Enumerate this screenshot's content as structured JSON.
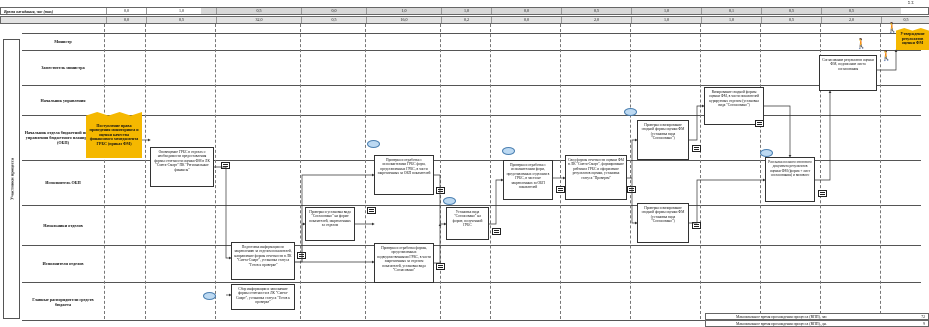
{
  "header": {
    "waiting_label": "Время ожидания, час (max)",
    "operation_label": "Время операции, час (max)",
    "waiting_values": [
      "0,0",
      "1,0",
      "0,5",
      "0,0",
      "1,0",
      "1,0",
      "0,0",
      "0,5",
      "1,0",
      "0,1",
      "0,5",
      "0,5"
    ],
    "operation_values": [
      "0,0",
      "0,5",
      "32,0",
      "0,5",
      "16,0",
      "0,2",
      "0,0",
      "2,0",
      "1,0",
      "1,0",
      "0,5",
      "2,0",
      "0,5"
    ],
    "corner": "Σ Σ"
  },
  "side_label": "Участники процесса",
  "lanes": [
    {
      "label": "Министр"
    },
    {
      "label": "Заместитель министра"
    },
    {
      "label": "Начальник управления"
    },
    {
      "label": "Начальник отдела бюджетной политики управления бюджетного планирования (ОБП)"
    },
    {
      "label": "Исполнитель ОБП"
    },
    {
      "label": "Начальники отделов"
    },
    {
      "label": "Исполнители отделов"
    },
    {
      "label": "Главные распорядители средств бюджета"
    }
  ],
  "flags": {
    "start": "Поступление права проведения мониторинга и оценки качества финансового менеджмента ГРБС (приказ ФМ)",
    "end": "Утверждение результатов оценки ФМ"
  },
  "boxes": [
    {
      "id": "b1",
      "text": "Оповещение ГРБС в отделах о необходимости предоставления формы отчетности оценки ФМ в ЛК \"Смета-Смарт\" ПК \"Региональные финансы\""
    },
    {
      "id": "b2",
      "text": "Подготовка информации по закреплению за отделом показателей, направление формы отчетности в ЛК \"Смета-Смарт\", установка статуса \"Готов к проверке\""
    },
    {
      "id": "b3",
      "text": "Сбор информации и заполнение формы отчетности в ЛК \"Смета-Смарт\", установка статуса \"Готов к проверке\""
    },
    {
      "id": "b4",
      "text": "Проверка и установка вида \"Согласовано\" на форме показателей, закрепленных за отделом"
    },
    {
      "id": "b5",
      "text": "Проверка и отработка с исполнителями ГРБС форм, представленных ГРБС, в части закрепленных за ОБП показателей"
    },
    {
      "id": "b6",
      "text": "Проверка и отработка формы, представленных подведомственными ГРБС, в части закрепленных за отделом показателей, установка вида \"Согласовано\""
    },
    {
      "id": "b7",
      "text": "Установка вида \"Согласовано\" на форме, полученной ГРБС"
    },
    {
      "id": "b8",
      "text": "Проверка и отработка с исполнителями форм, представленных отделами в ГРБС, в части не закрепленных за ОБП показателей"
    },
    {
      "id": "b9",
      "text": "Свод формы отчетности оценки ФМ в ЛК \"Смета-Смарт\", формирование рейтинга ГРБС и оформление результатов оценки, установка статуса \"Проверен\""
    },
    {
      "id": "b10",
      "text": "Проверка и визирование сводной формы оценки ФМ (установка вида \"Согласовано\")"
    },
    {
      "id": "b11",
      "text": "Проверка и визирование сводной формы оценки ФМ (установка вида \"Согласовано\")"
    },
    {
      "id": "b12",
      "text": "Визирование сводной формы оценки ФМ, в части показателей курируемых отделом (установка вида \"Согласовано\")"
    },
    {
      "id": "b13",
      "text": "Рассылка полного итогового документа результатов оценки ФМ (форма + лист согласования) и визового"
    },
    {
      "id": "b14",
      "text": "Согласование результатов оценки ФМ, подписание листа согласования"
    }
  ],
  "totals": {
    "row1": "Максимальное время прохождения процесса (ВПП), час",
    "row1_value": "72",
    "row2": "Максимальное время прохождения процесса (ВПП), дн.",
    "row2_value": "9"
  }
}
